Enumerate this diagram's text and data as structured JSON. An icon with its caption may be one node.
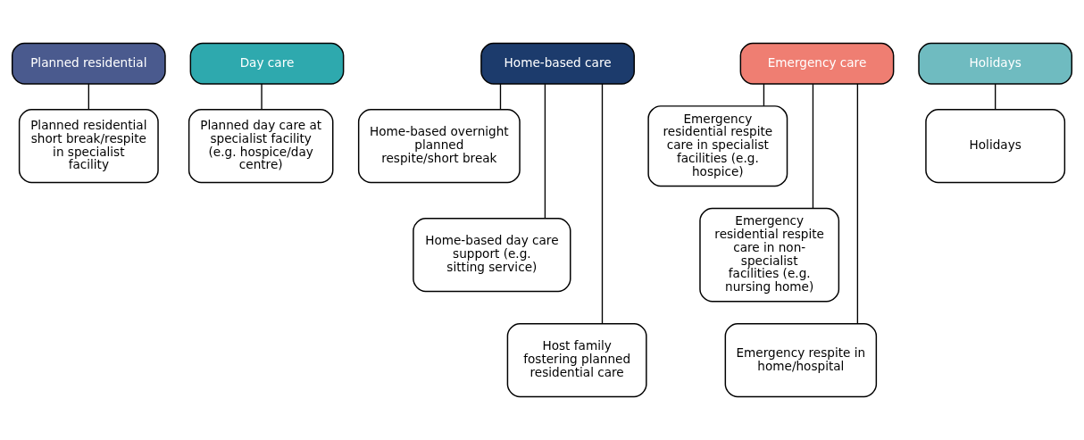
{
  "diagram": {
    "nodes": [
      {
        "text": [
          "Planned residential"
        ]
      },
      {
        "text": [
          "Day care"
        ]
      },
      {
        "text": [
          "Home-based care"
        ]
      },
      {
        "text": [
          "Emergency care"
        ]
      },
      {
        "text": [
          "Holidays"
        ]
      },
      {
        "text": [
          "Planned residential short break/respite in specialist facility"
        ]
      },
      {
        "text": [
          "Planned day care at specialist facility (e.g. hospice/day centre)"
        ]
      },
      {
        "text": [
          "Home-based overnight planned respite/short break"
        ]
      },
      {
        "text": [
          "Home-based day care support (e.g. sitting service)"
        ]
      },
      {
        "text": [
          "Host family fostering planned residential care"
        ]
      },
      {
        "text": [
          "Emergency residential respite care in specialist facilities (e.g. hospice)"
        ]
      },
      {
        "text": [
          "Emergency residential respite care in non-specialist facilities (e.g. nursing home)"
        ]
      },
      {
        "text": [
          "Emergency respite in home/hospital"
        ]
      },
      {
        "text": [
          "Holidays"
        ]
      }
    ],
    "edges": [
      {
        "from": 0,
        "to": 5,
        "arrow": "none"
      },
      {
        "from": 1,
        "to": 6,
        "arrow": "none"
      },
      {
        "from": 2,
        "to": 7,
        "arrow": "none"
      },
      {
        "from": 2,
        "to": 8,
        "arrow": "none"
      },
      {
        "from": 2,
        "to": 9,
        "arrow": "none"
      },
      {
        "from": 3,
        "to": 10,
        "arrow": "none"
      },
      {
        "from": 3,
        "to": 11,
        "arrow": "none"
      },
      {
        "from": 3,
        "to": 12,
        "arrow": "none"
      },
      {
        "from": 4,
        "to": 13,
        "arrow": "none"
      }
    ]
  }
}
